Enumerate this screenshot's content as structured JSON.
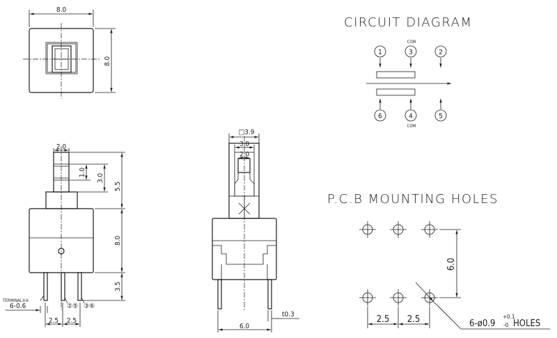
{
  "circuit_title": "CIRCUIT DIAGRAM",
  "pcb_title": "P.C.B MOUNTING HOLES",
  "terminals": {
    "t1": "1",
    "t2": "2",
    "t3": "3",
    "t4": "4",
    "t5": "5",
    "t6": "6",
    "com_top": "COM",
    "com_bottom": "COM"
  },
  "top_view": {
    "width": "8.0",
    "height": "8.0"
  },
  "front_view": {
    "stem_width": "2.0",
    "stem_diameter": "1.0",
    "stem_height": "3.0",
    "upper_height": "5.5",
    "body_height": "8.0",
    "pin_height": "3.5",
    "terminal_label": "TERMINAL①④",
    "mid_label": "②⑤",
    "right_label": "③⑥",
    "pin_size": "6-0.6",
    "pitch_left": "2.5",
    "pitch_right": "2.5"
  },
  "side_view": {
    "square": "□3.9",
    "width_mid": "3.0",
    "width_inner": "2.0",
    "thickness": "t0.3",
    "base_width": "6.0"
  },
  "pcb": {
    "height": "6.0",
    "pitch_left": "2.5",
    "pitch_right": "2.5",
    "holes_prefix": "6-ø0.9",
    "tol_plus": "+0.1",
    "tol_minus": "-0",
    "holes_suffix": "HOLES"
  }
}
